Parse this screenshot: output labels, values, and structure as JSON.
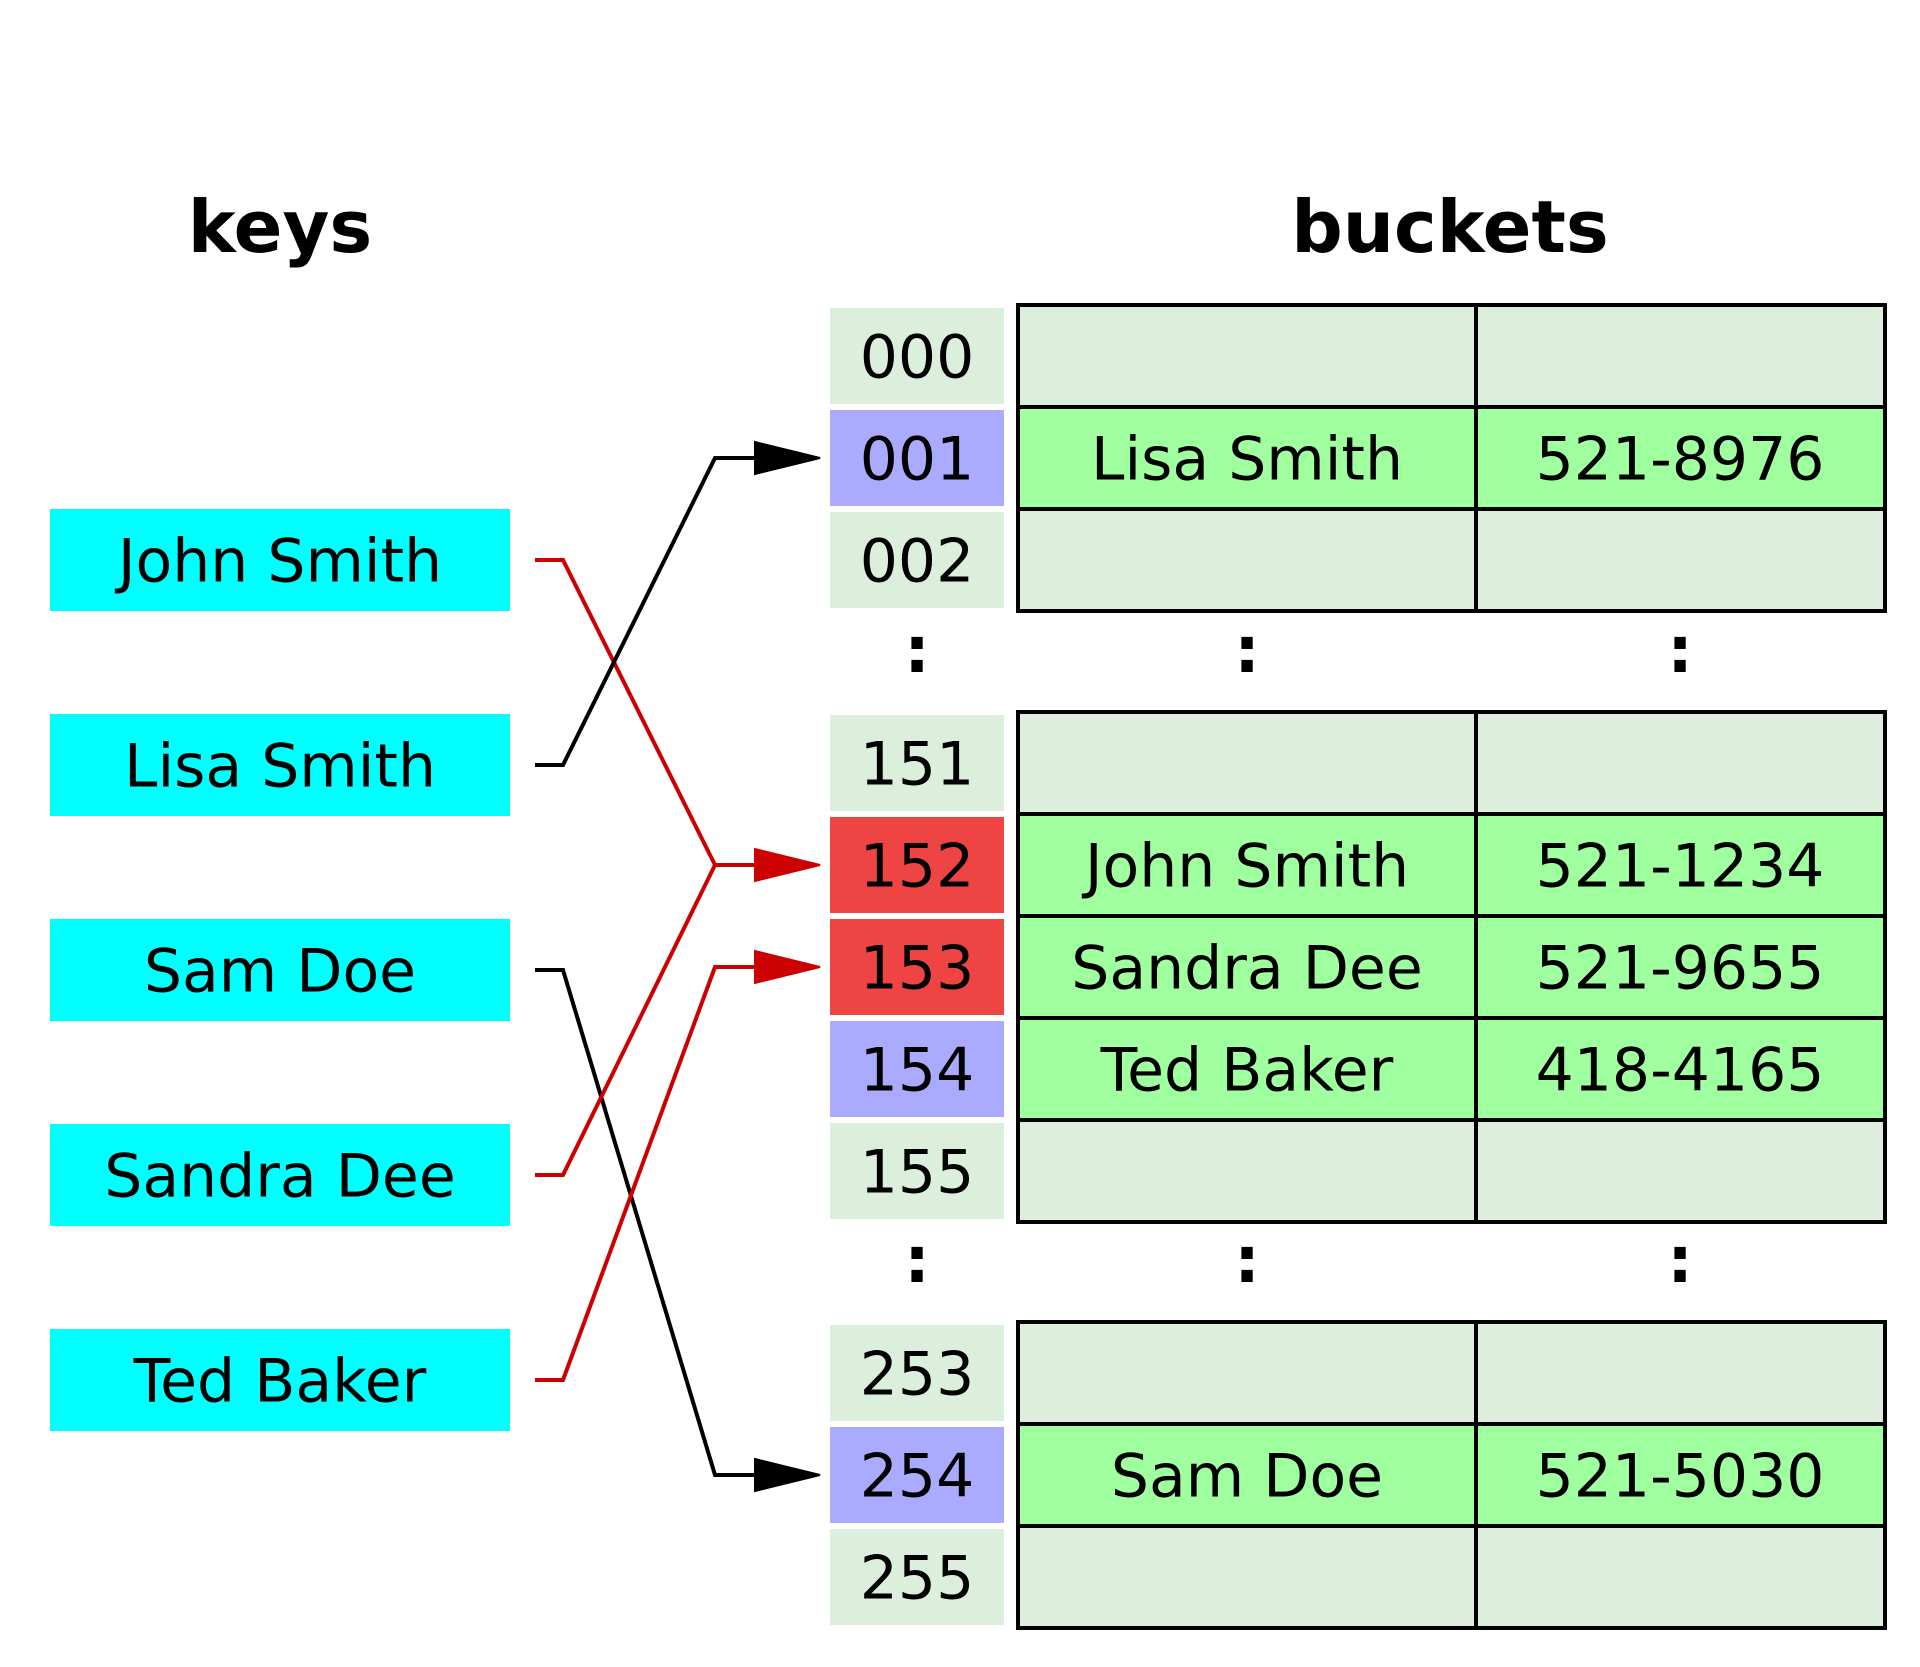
{
  "headers": {
    "keys": "keys",
    "buckets": "buckets"
  },
  "keys": [
    {
      "label": "John Smith",
      "target": "152"
    },
    {
      "label": "Lisa Smith",
      "target": "001"
    },
    {
      "label": "Sam Doe",
      "target": "254"
    },
    {
      "label": "Sandra Dee",
      "target": "152"
    },
    {
      "label": "Ted Baker",
      "target": "153"
    }
  ],
  "groups": [
    {
      "rows": [
        {
          "index": "000",
          "state": "empty",
          "name": "",
          "phone": ""
        },
        {
          "index": "001",
          "state": "used",
          "name": "Lisa Smith",
          "phone": "521-8976"
        },
        {
          "index": "002",
          "state": "empty",
          "name": "",
          "phone": ""
        }
      ]
    },
    {
      "rows": [
        {
          "index": "151",
          "state": "empty",
          "name": "",
          "phone": ""
        },
        {
          "index": "152",
          "state": "collision",
          "name": "John Smith",
          "phone": "521-1234"
        },
        {
          "index": "153",
          "state": "collision",
          "name": "Sandra Dee",
          "phone": "521-9655"
        },
        {
          "index": "154",
          "state": "used",
          "name": "Ted Baker",
          "phone": "418-4165"
        },
        {
          "index": "155",
          "state": "empty",
          "name": "",
          "phone": ""
        }
      ]
    },
    {
      "rows": [
        {
          "index": "253",
          "state": "empty",
          "name": "",
          "phone": ""
        },
        {
          "index": "254",
          "state": "used",
          "name": "Sam Doe",
          "phone": "521-5030"
        },
        {
          "index": "255",
          "state": "empty",
          "name": "",
          "phone": ""
        }
      ]
    }
  ],
  "ellipsis": ":",
  "colors": {
    "key_box": "#00ffff",
    "index_empty": "#dcefdc",
    "index_used": "#aaaaff",
    "index_collision": "#ef4444",
    "cell_empty": "#ddeedd",
    "cell_filled": "#a0ff9f",
    "arrow_direct": "#000000",
    "arrow_collision": "#cc0000"
  }
}
